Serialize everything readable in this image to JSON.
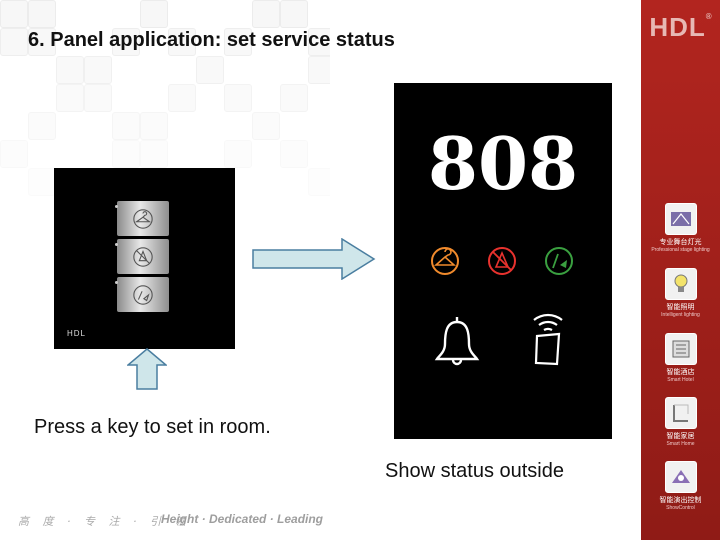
{
  "slide": {
    "title": "6. Panel application: set service status",
    "caption_left": "Press a key to set in room.",
    "caption_right": "Show status outside"
  },
  "left_panel": {
    "brand": "HDL",
    "keys": [
      {
        "icon": "hanger-icon"
      },
      {
        "icon": "no-disturb-icon"
      },
      {
        "icon": "cleaning-icon"
      }
    ]
  },
  "right_panel": {
    "room_number": "808",
    "status_icons": [
      {
        "icon": "hanger-icon",
        "color": "#f08a2c"
      },
      {
        "icon": "no-disturb-icon",
        "color": "#e8322e"
      },
      {
        "icon": "cleaning-icon",
        "color": "#3aa040"
      }
    ],
    "bottom_icons": [
      "bell-icon",
      "card-wireless-icon"
    ]
  },
  "sidebar": {
    "logo": "HDL",
    "items": [
      {
        "cn": "专业舞台灯光",
        "en": "Professional stage lighting",
        "icon": "stage-lighting-icon"
      },
      {
        "cn": "智能照明",
        "en": "Intelligent lighting",
        "icon": "bulb-icon"
      },
      {
        "cn": "智能酒店",
        "en": "Smart Hotel",
        "icon": "hotel-icon"
      },
      {
        "cn": "智能家居",
        "en": "Smart Home",
        "icon": "home-icon"
      },
      {
        "cn": "智能演出控制",
        "en": "ShowControl",
        "icon": "show-control-icon"
      }
    ],
    "accent_color": "#a4221c"
  },
  "footer": {
    "cn": "高 度 · 专 注 · 引 领",
    "en": "Height · Dedicated · Leading"
  }
}
